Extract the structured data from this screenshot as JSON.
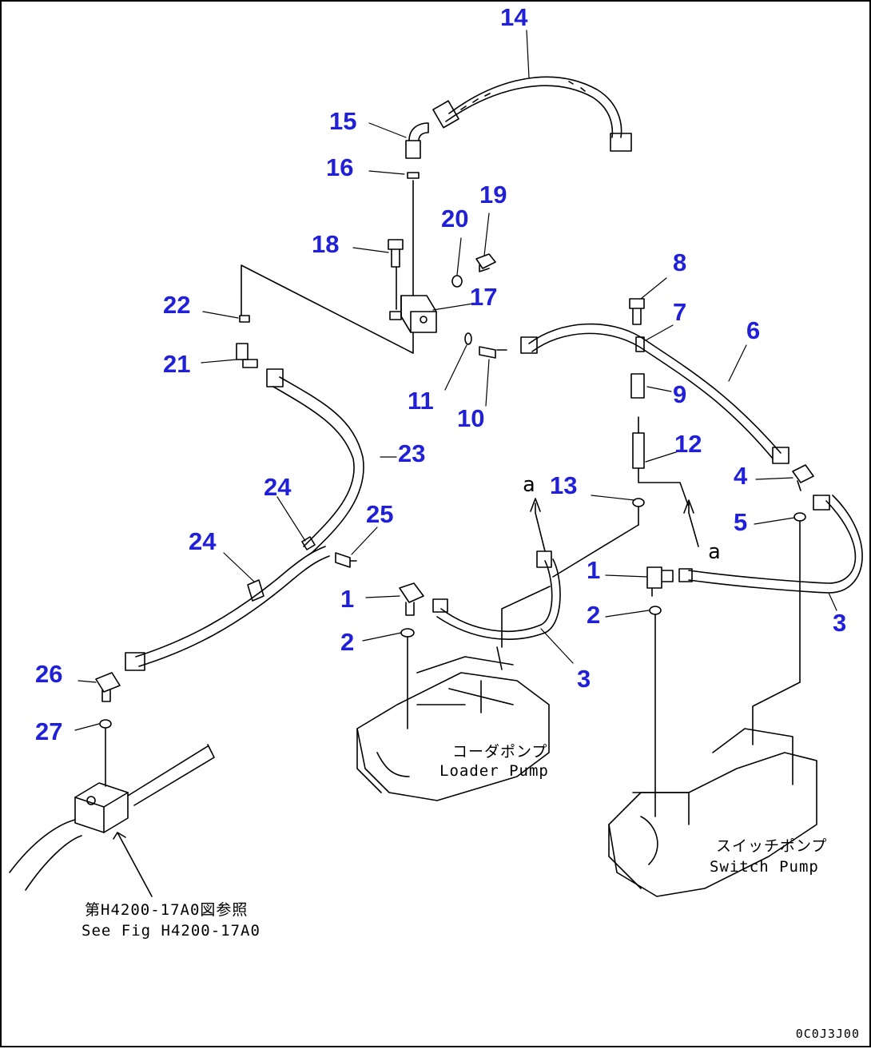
{
  "part_numbers": [
    {
      "id": "14",
      "label": "14"
    },
    {
      "id": "15",
      "label": "15"
    },
    {
      "id": "16",
      "label": "16"
    },
    {
      "id": "18",
      "label": "18"
    },
    {
      "id": "19",
      "label": "19"
    },
    {
      "id": "20",
      "label": "20"
    },
    {
      "id": "17",
      "label": "17"
    },
    {
      "id": "22",
      "label": "22"
    },
    {
      "id": "21",
      "label": "21"
    },
    {
      "id": "11",
      "label": "11"
    },
    {
      "id": "10",
      "label": "10"
    },
    {
      "id": "8",
      "label": "8"
    },
    {
      "id": "7",
      "label": "7"
    },
    {
      "id": "6",
      "label": "6"
    },
    {
      "id": "9",
      "label": "9"
    },
    {
      "id": "23",
      "label": "23"
    },
    {
      "id": "12",
      "label": "12"
    },
    {
      "id": "24a",
      "label": "24"
    },
    {
      "id": "25",
      "label": "25"
    },
    {
      "id": "24b",
      "label": "24"
    },
    {
      "id": "13",
      "label": "13"
    },
    {
      "id": "4",
      "label": "4"
    },
    {
      "id": "5",
      "label": "5"
    },
    {
      "id": "1a",
      "label": "1"
    },
    {
      "id": "1b",
      "label": "1"
    },
    {
      "id": "2a",
      "label": "2"
    },
    {
      "id": "2b",
      "label": "2"
    },
    {
      "id": "3a",
      "label": "3"
    },
    {
      "id": "3b",
      "label": "3"
    },
    {
      "id": "26",
      "label": "26"
    },
    {
      "id": "27",
      "label": "27"
    }
  ],
  "annotations": {
    "loader_pump_jp": "コーダポンプ",
    "loader_pump_en": "Loader Pump",
    "switch_pump_jp": "スイッチポンプ",
    "switch_pump_en": "Switch Pump",
    "see_fig_jp": "第H4200-17A0図参照",
    "see_fig_en": "See Fig H4200-17A0"
  },
  "arrow_labels": {
    "left": "a",
    "right": "a"
  },
  "drawing_code": "0C0J3J00",
  "colors": {
    "part_number": "#2020d8",
    "line": "#000000",
    "background": "#ffffff"
  }
}
